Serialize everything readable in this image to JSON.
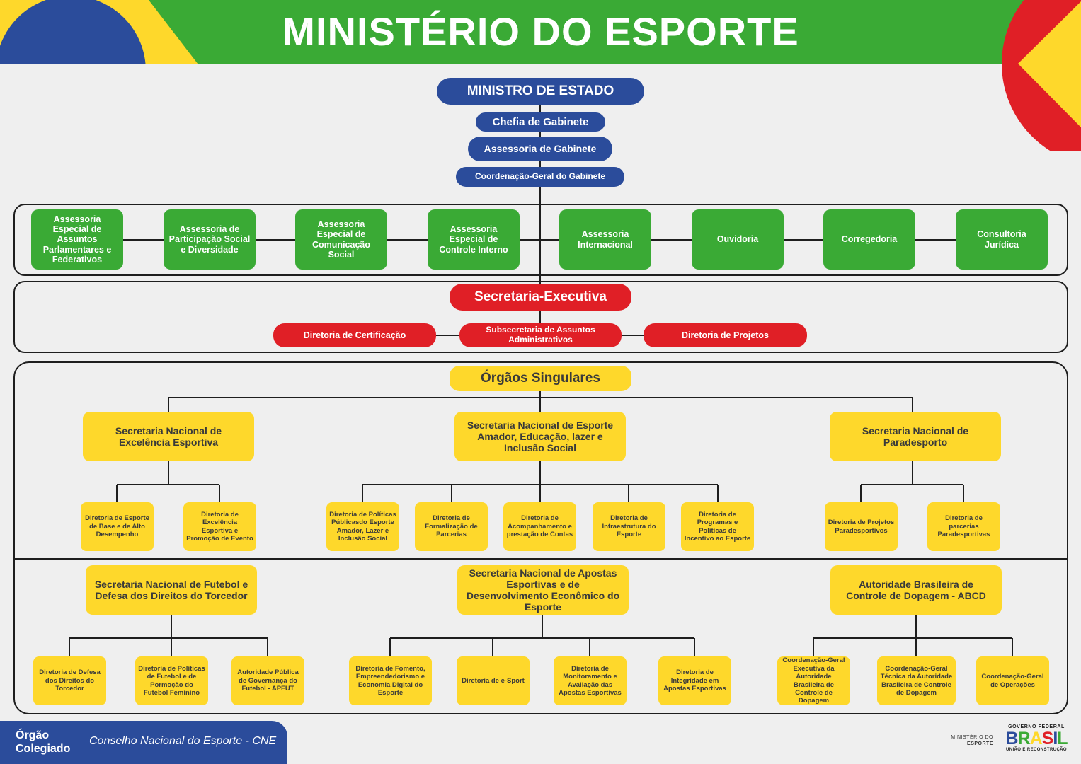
{
  "header": {
    "title": "MINISTÉRIO DO ESPORTE"
  },
  "colors": {
    "blue": "#2b4c9b",
    "green": "#3aaa35",
    "red": "#e01f26",
    "yellow": "#fed82b",
    "line": "#1e1e1e"
  },
  "top": {
    "minister": "MINISTRO DE ESTADO",
    "chefia": "Chefia de Gabinete",
    "assessoria": "Assessoria de Gabinete",
    "coordenacao": "Coordenação-Geral do Gabinete"
  },
  "assessorias": [
    "Assessoria Especial de Assuntos Parlamentares e Federativos",
    "Assessoria de Participação Social e Diversidade",
    "Assessoria Especial de Comunicação Social",
    "Assessoria Especial de Controle Interno",
    "Assessoria Internacional",
    "Ouvidoria",
    "Corregedoria",
    "Consultoria Jurídica"
  ],
  "executiva": {
    "title": "Secretaria-Executiva",
    "left": "Diretoria de Certificação",
    "center": "Subsecretaria de Assuntos Administrativos",
    "right": "Diretoria de Projetos"
  },
  "orgaos": {
    "title": "Órgãos Singulares",
    "secretarias": [
      "Secretaria Nacional de Excelência Esportiva",
      "Secretaria Nacional de Esporte Amador, Educação, lazer e Inclusão Social",
      "Secretaria Nacional de Paradesporto",
      "Secretaria Nacional de Futebol e Defesa dos Direitos do Torcedor",
      "Secretaria Nacional de Apostas Esportivas e de Desenvolvimento Econômico do Esporte",
      "Autoridade Brasileira de Controle de Dopagem - ABCD"
    ],
    "diretorias_excelencia": [
      "Diretoria de Esporte de Base e de Alto Desempenho",
      "Diretoria de Excelência Esportiva e Promoção de Evento"
    ],
    "diretorias_amador": [
      "Diretoria de  Políticas Públicasdo Esporte Amador, Lazer e Inclusão Social",
      "Diretoria de Formalização de Parcerias",
      "Diretoria de Acompanhamento e prestação de Contas",
      "Diretoria de Infraestrutura do Esporte",
      "Diretoria de Programas e Políticas de Incentivo ao Esporte"
    ],
    "diretorias_paradesporto": [
      "Diretoria de Projetos Paradesportivos",
      "Diretoria de parcerias Paradesportivas"
    ],
    "diretorias_futebol": [
      "Diretoria de Defesa dos Direitos do Torcedor",
      "Diretoria de Políticas de Futebol e de Pormoção do Futebol Feminino",
      "Autoridade Pública de Governança do Futebol - APFUT"
    ],
    "diretorias_apostas": [
      "Diretoria de Fomento, Empreendedorismo e Economia Digital do Esporte",
      "Diretoria de e-Sport",
      "Diretoria de Monitoramento e Avaliação das Apostas Esportivas",
      "Diretoria de Integridade em Apostas Esportivas"
    ],
    "diretorias_abcd": [
      "Coordenação-Geral Executiva da Autoridade Brasileira de Controle de Dopagem",
      "Coordenação-Geral Técnica da Autoridade Brasileira de Controle de Dopagem",
      "Coordenação-Geral de Operações"
    ]
  },
  "footer": {
    "label": "Órgão Colegiado",
    "body": "Conselho Nacional do Esporte - CNE",
    "logo_ministerio": [
      "MINISTÉRIO DO",
      "ESPORTE"
    ],
    "logo_gov_top": "GOVERNO FEDERAL",
    "logo_gov_word": [
      "B",
      "R",
      "A",
      "S",
      "I",
      "L"
    ],
    "logo_gov_bottom": "UNIÃO E RECONSTRUÇÃO"
  }
}
